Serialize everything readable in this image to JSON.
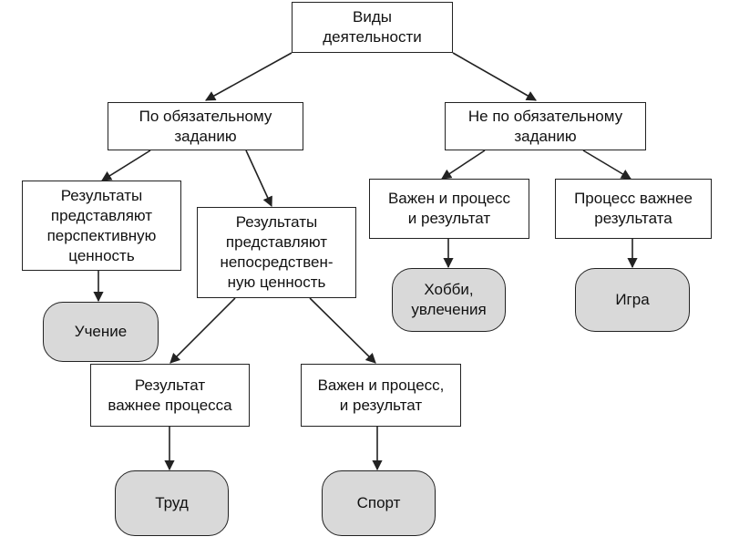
{
  "diagram": {
    "root": "Виды\nдеятельности",
    "left_branch": "По обязательному\nзаданию",
    "right_branch": "Не по обязательному\nзаданию",
    "left_a": "Результаты\nпредставляют\nперспективную\nценность",
    "left_b": "Результаты\nпредставляют\nнепосредствен-\nную ценность",
    "left_b1": "Результат\nважнее процесса",
    "left_b2": "Важен и процесс,\nи результат",
    "right_a": "Важен и процесс\nи результат",
    "right_b": "Процесс важнее\nрезультата",
    "outcomes": {
      "learning": "Учение",
      "work": "Труд",
      "sport": "Спорт",
      "hobby": "Хобби,\nувлечения",
      "game": "Игра"
    }
  }
}
